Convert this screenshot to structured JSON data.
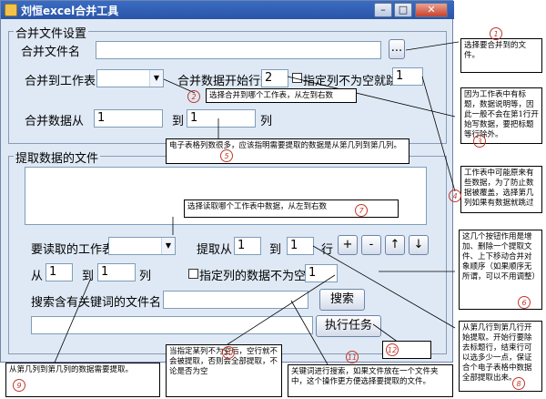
{
  "window": {
    "title": "刘恒excel合并工具",
    "min_label": "–",
    "max_label": "□",
    "close_label": "✕"
  },
  "merge_group": {
    "legend": "合并文件设置",
    "file_name_label": "合并文件名",
    "file_name_value": "",
    "browse_label": "...",
    "sheet_label": "合并到工作表",
    "sheet_value": "",
    "start_row_label": "合并数据开始行数",
    "start_row_value": "2",
    "skip_check_label": "指定列不为空就跳过",
    "skip_col_value": "1",
    "from_col_label": "合并数据从",
    "from_col_value": "1",
    "to_label": "到",
    "to_col_value": "1",
    "col_unit": "列"
  },
  "extract_group": {
    "legend": "提取数据的文件",
    "read_sheet_label": "要读取的工作表",
    "read_sheet_value": "",
    "from_row_label": "提取从",
    "from_row_value": "1",
    "to_label": "到",
    "to_row_value": "1",
    "row_unit": "行",
    "add_btn": "+",
    "remove_btn": "-",
    "up_btn": "↑",
    "down_btn": "↓",
    "col_from_label": "从",
    "col_from_value": "1",
    "col_to_label": "到",
    "col_to_value": "1",
    "col_unit": "列",
    "nonempty_check_label": "指定列的数据不为空",
    "nonempty_col_value": "1",
    "search_label": "搜索含有关键词的文件名",
    "search_value": "",
    "search_btn": "搜索",
    "run_btn": "执行任务",
    "status_value": ""
  },
  "annotations": {
    "n1": "选择要合并到的文件。",
    "c1": "1",
    "n2": "选择合并到哪个工作表，从左到右数",
    "c2": "2",
    "n3": "因为工作表中有标题，数据说明等，因此一般不会在第1行开始写数据，要把标题等行除外。",
    "c3": "3",
    "n4": "工作表中可能原来有些数据，为了防止数据被覆盖，选择第几列如果有数据就跳过",
    "c4": "4",
    "n5": "电子表格列数很多，应该指明需要提取的数据是从第几列到第几列。",
    "c5": "5",
    "n6": "这几个按钮作用是增加、删除一个提取文件、上下移动合并对象顺序（如果顺序无所谓，可以不用调整）",
    "c6": "6",
    "n7": "选择读取哪个工作表中数据，从左到右数",
    "c7": "7",
    "n8": "从第几行到第几行开始提取。开始行要除去标题行，结束行可以选多少一点，保证合个电子表格中数据全部提取出来。",
    "c8": "8",
    "n9": "从第几列到第几列的数据需要提取。",
    "c9": "9",
    "n10": "当指定某列不为空后，空行就不会被提取，否则会全部提取，不论是否为空",
    "c10": "10",
    "n11": "关键词进行搜索，如果文件放在一个文件夹中，这个操作更方便选择要提取的文件。",
    "c11": "11",
    "c12": "12"
  }
}
